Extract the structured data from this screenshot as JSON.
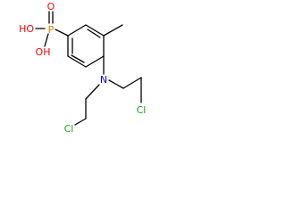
{
  "molecule": {
    "atom_labels": {
      "phosphorus": "P",
      "hydroxyl_top": "HO",
      "hydroxyl_bottom": "OH",
      "oxo": "O",
      "nitrogen": "N",
      "chlorine_right": "Cl",
      "chlorine_left": "Cl"
    },
    "colors": {
      "bond": "#000000",
      "phosphorus": "#e07a00",
      "oxygen": "#ff0000",
      "nitrogen": "#0000ff",
      "chlorine": "#1fa21f"
    }
  }
}
